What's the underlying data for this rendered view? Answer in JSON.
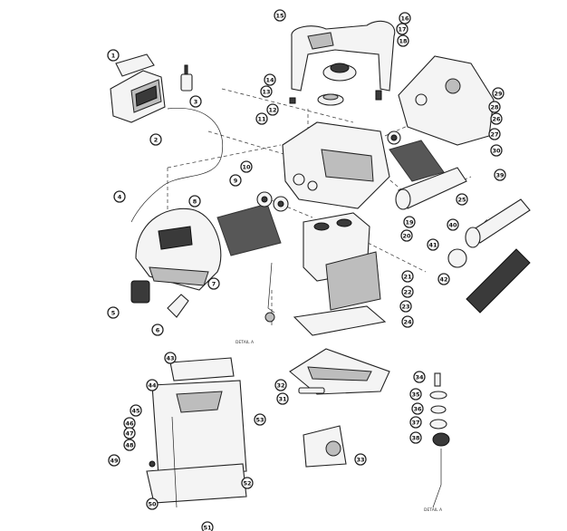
{
  "callouts": [
    "1",
    "2",
    "3",
    "4",
    "5",
    "6",
    "7",
    "8",
    "9",
    "10",
    "11",
    "12",
    "13",
    "14",
    "15",
    "16",
    "17",
    "18",
    "19",
    "20",
    "21",
    "22",
    "23",
    "24",
    "25",
    "26",
    "27",
    "28",
    "29",
    "30",
    "31",
    "32",
    "33",
    "34",
    "35",
    "36",
    "37",
    "38",
    "39",
    "40",
    "41",
    "42",
    "43",
    "44",
    "45",
    "46",
    "47",
    "48",
    "49",
    "50",
    "51",
    "52",
    "53"
  ],
  "captions": {
    "detail_a_main": "DETAIL A",
    "detail_a_side": "DETAIL A"
  },
  "colors": {
    "line": "#222222",
    "fill_light": "#f4f4f4",
    "fill_dark": "#3a3a3a"
  }
}
